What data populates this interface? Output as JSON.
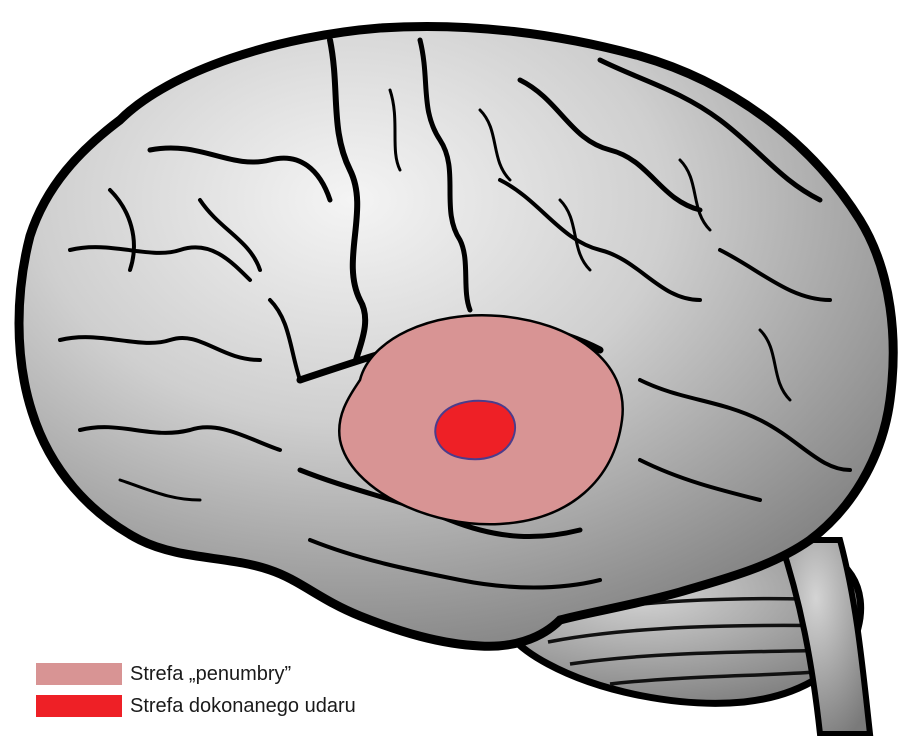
{
  "diagram": {
    "subject": "brain-lateral-view",
    "colors": {
      "brain_outline": "#000000",
      "brain_light": "#f2f2f2",
      "brain_dark": "#7a7a7a",
      "penumbra": "#d89494",
      "infarct_core": "#ee2026",
      "infarct_core_border": "#4b3c8c"
    }
  },
  "legend": {
    "items": [
      {
        "label": "Strefa „penumbry”",
        "color": "#d89494"
      },
      {
        "label": "Strefa dokonanego udaru",
        "color": "#ee2026"
      }
    ]
  }
}
